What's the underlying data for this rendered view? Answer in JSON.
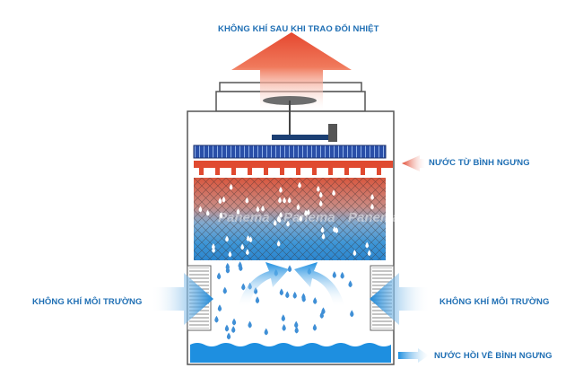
{
  "labels": {
    "top": "KHÔNG KHÍ SAU KHI TRAO ĐỔI NHIỆT",
    "inlet_water": "NƯỚC TỪ BÌNH NGƯNG",
    "air_left": "KHÔNG KHÍ MÔI TRƯỜNG",
    "air_right": "KHÔNG KHÍ MÔI TRƯỜNG",
    "outlet_water": "NƯỚC HỒI VỀ BÌNH NGƯNG"
  },
  "watermark": "Panema",
  "colors": {
    "hot_air": "#e8523a",
    "hot_water": "#d8452b",
    "cool_air": "#2f8fd8",
    "basin_water": "#1e8fe0",
    "label_text": "#1f6fb4",
    "drift_eliminator": "#1d3d8f"
  }
}
